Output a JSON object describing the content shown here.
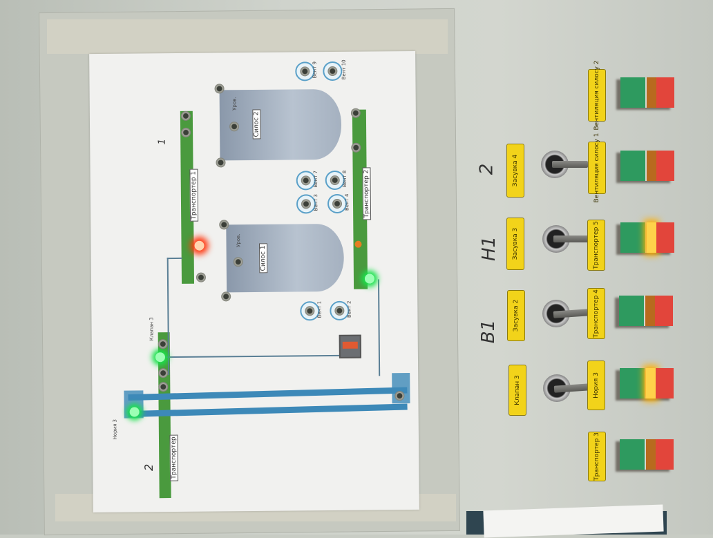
{
  "diagram": {
    "silo_2": "Силос 2",
    "silo_1": "Силос 1",
    "transporter_1": "Транспортер 1",
    "transporter_2": "Транспортер 2",
    "transporter_3": "Транспортер",
    "noria": "Нория 3",
    "valve": "Клапан 3",
    "level_label": "Уров.",
    "fans": [
      "Вент 9",
      "Вент 10",
      "Вент 7",
      "Вент 8",
      "Вент 3",
      "Вент 4",
      "Вент 1",
      "Вент 2"
    ],
    "hand_marks": [
      "1",
      "2"
    ]
  },
  "panel": {
    "hand_labels": [
      "2",
      "Н1",
      "В1"
    ],
    "switches": [
      {
        "label": "Засувка 4"
      },
      {
        "label": "Засувка 3"
      },
      {
        "label": "Засувка 2"
      },
      {
        "label": "Клапан 3"
      }
    ],
    "buttons": [
      {
        "label": "Вентиляция силосу 2",
        "lit": false
      },
      {
        "label": "Вентиляция силосу 1",
        "lit": false
      },
      {
        "label": "Транспортер 5",
        "lit": true
      },
      {
        "label": "Транспортер 4",
        "lit": false
      },
      {
        "label": "Нория 3",
        "lit": true
      },
      {
        "label": "Транспортер 3",
        "lit": false
      }
    ],
    "colors": {
      "label": "#f2d31a",
      "start": "#2e9a5f",
      "stop": "#e2453b",
      "lamp": "#ffd24a"
    }
  }
}
